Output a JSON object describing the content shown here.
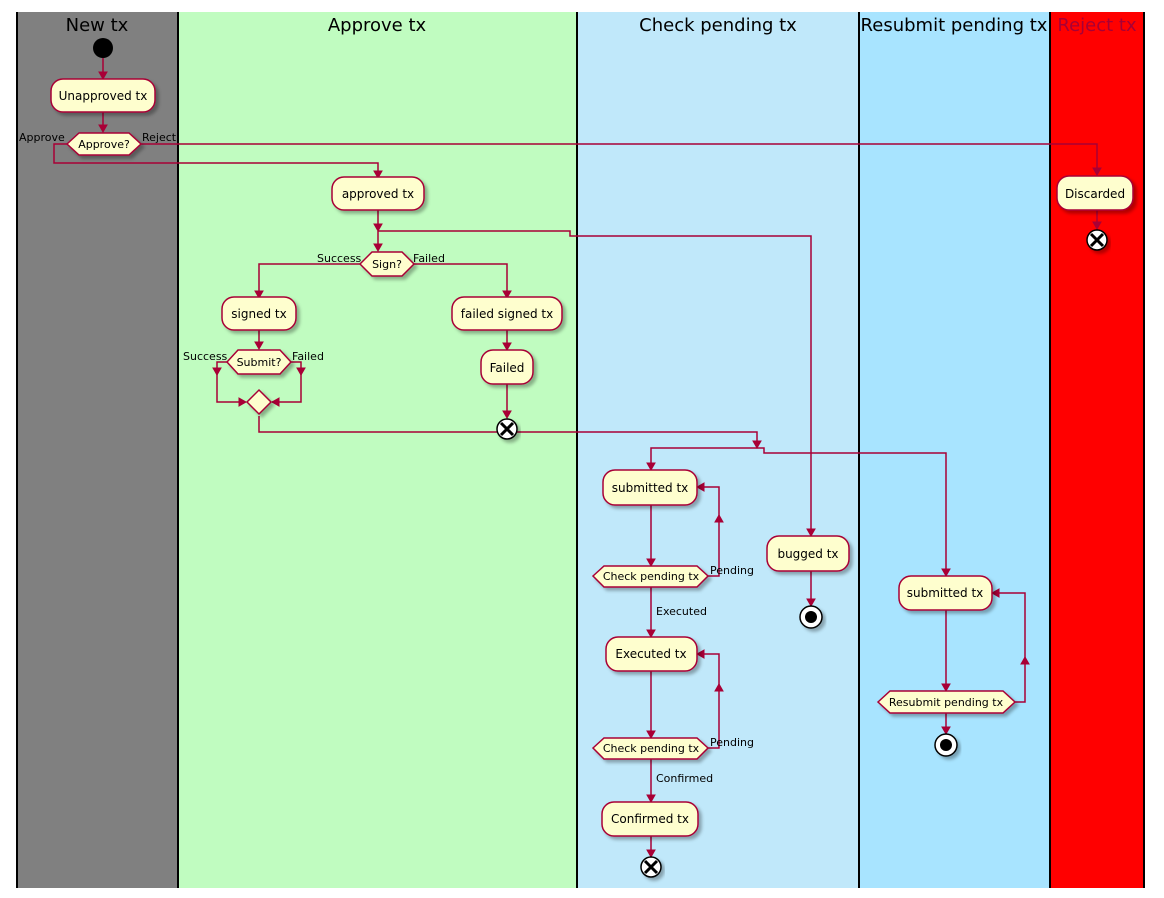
{
  "lanes": [
    {
      "title": "New tx",
      "color": "#808080",
      "title_color": "#000000"
    },
    {
      "title": "Approve tx",
      "color": "#C0FCC0",
      "title_color": "#000000"
    },
    {
      "title": "Check pending tx",
      "color": "#C0E8FA",
      "title_color": "#000000"
    },
    {
      "title": "Resubmit pending tx",
      "color": "#A8E4FF",
      "title_color": "#000000"
    },
    {
      "title": "Reject tx",
      "color": "#FF0000",
      "title_color": "#A80036"
    }
  ],
  "activities": {
    "unapproved": "Unapproved tx",
    "approved": "approved tx",
    "signed": "signed tx",
    "failed_signed": "failed signed tx",
    "failed": "Failed",
    "discarded": "Discarded",
    "submitted_check": "submitted tx",
    "bugged": "bugged tx",
    "executed": "Executed tx",
    "confirmed": "Confirmed tx",
    "submitted_resubmit": "submitted tx"
  },
  "decisions": {
    "approve": "Approve?",
    "sign": "Sign?",
    "submit": "Submit?",
    "check_pending_1": "Check pending tx",
    "check_pending_2": "Check pending tx",
    "resubmit_pending": "Resubmit pending tx"
  },
  "edge_labels": {
    "approve": "Approve",
    "reject": "Reject",
    "sign_success": "Success",
    "sign_failed": "Failed",
    "submit_success": "Success",
    "submit_failed": "Failed",
    "pending_1": "Pending",
    "executed": "Executed",
    "pending_2": "Pending",
    "confirmed": "Confirmed"
  },
  "colors": {
    "node_fill": "#FEFECE",
    "node_stroke": "#A80036",
    "edge": "#A80036"
  }
}
